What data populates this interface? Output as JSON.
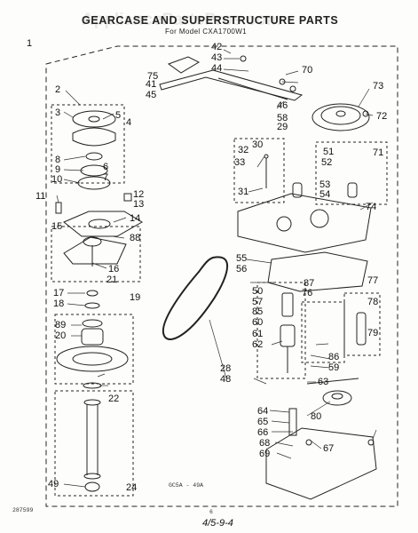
{
  "header": {
    "title": "GEARCASE AND SUPERSTRUCTURE PARTS",
    "subtitle": "For Model CXA1700W1"
  },
  "watermark": "AppliancePartsPros.com",
  "footer": {
    "diagram_code": "GC5A - 49A",
    "print_code": "287599",
    "page_number": "6",
    "handwritten_note": "4/5-9-4"
  },
  "callouts": [
    "1",
    "2",
    "3",
    "4",
    "5",
    "6",
    "7",
    "8",
    "9",
    "10",
    "11",
    "12",
    "13",
    "14",
    "15",
    "16",
    "17",
    "18",
    "19",
    "20",
    "21",
    "22",
    "24",
    "28",
    "29",
    "30",
    "31",
    "32",
    "33",
    "41",
    "42",
    "43",
    "44",
    "45",
    "46",
    "48",
    "49",
    "50",
    "51",
    "52",
    "53",
    "54",
    "55",
    "56",
    "57",
    "58",
    "59",
    "60",
    "61",
    "62",
    "63",
    "64",
    "65",
    "66",
    "67",
    "68",
    "69",
    "70",
    "71",
    "72",
    "73",
    "74",
    "75",
    "76",
    "77",
    "78",
    "79",
    "80",
    "85",
    "86",
    "87",
    "88",
    "89"
  ]
}
